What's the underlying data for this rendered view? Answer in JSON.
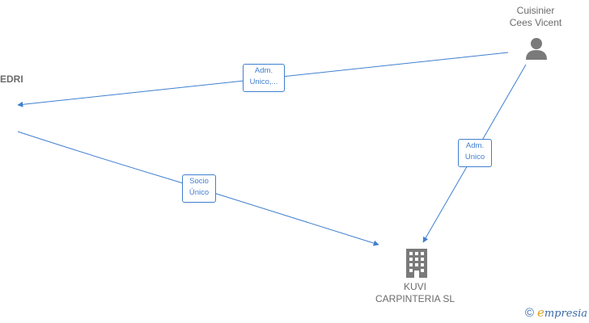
{
  "nodes": {
    "person_1": {
      "line1": "Cuisinier",
      "line2": "Cees Vicent",
      "icon": "person-icon"
    },
    "left_node": {
      "line1": "EDRI"
    },
    "company": {
      "line1": "KUVI",
      "line2": "CARPINTERIA SL",
      "icon": "building-icon"
    }
  },
  "edges": [
    {
      "from": "person_1",
      "to": "left_node",
      "line1": "Adm.",
      "line2": "Unico,..."
    },
    {
      "from": "person_1",
      "to": "company",
      "line1": "Adm.",
      "line2": "Unico"
    },
    {
      "from": "left_node",
      "to": "company",
      "line1": "Socio",
      "line2": "Único"
    }
  ],
  "footer": {
    "copyright_symbol": "©",
    "brand_first": "e",
    "brand_rest": "mpresia"
  },
  "colors": {
    "edge": "#3f7fcf",
    "icon": "#7a7a7a",
    "text": "#6b6b6b"
  }
}
